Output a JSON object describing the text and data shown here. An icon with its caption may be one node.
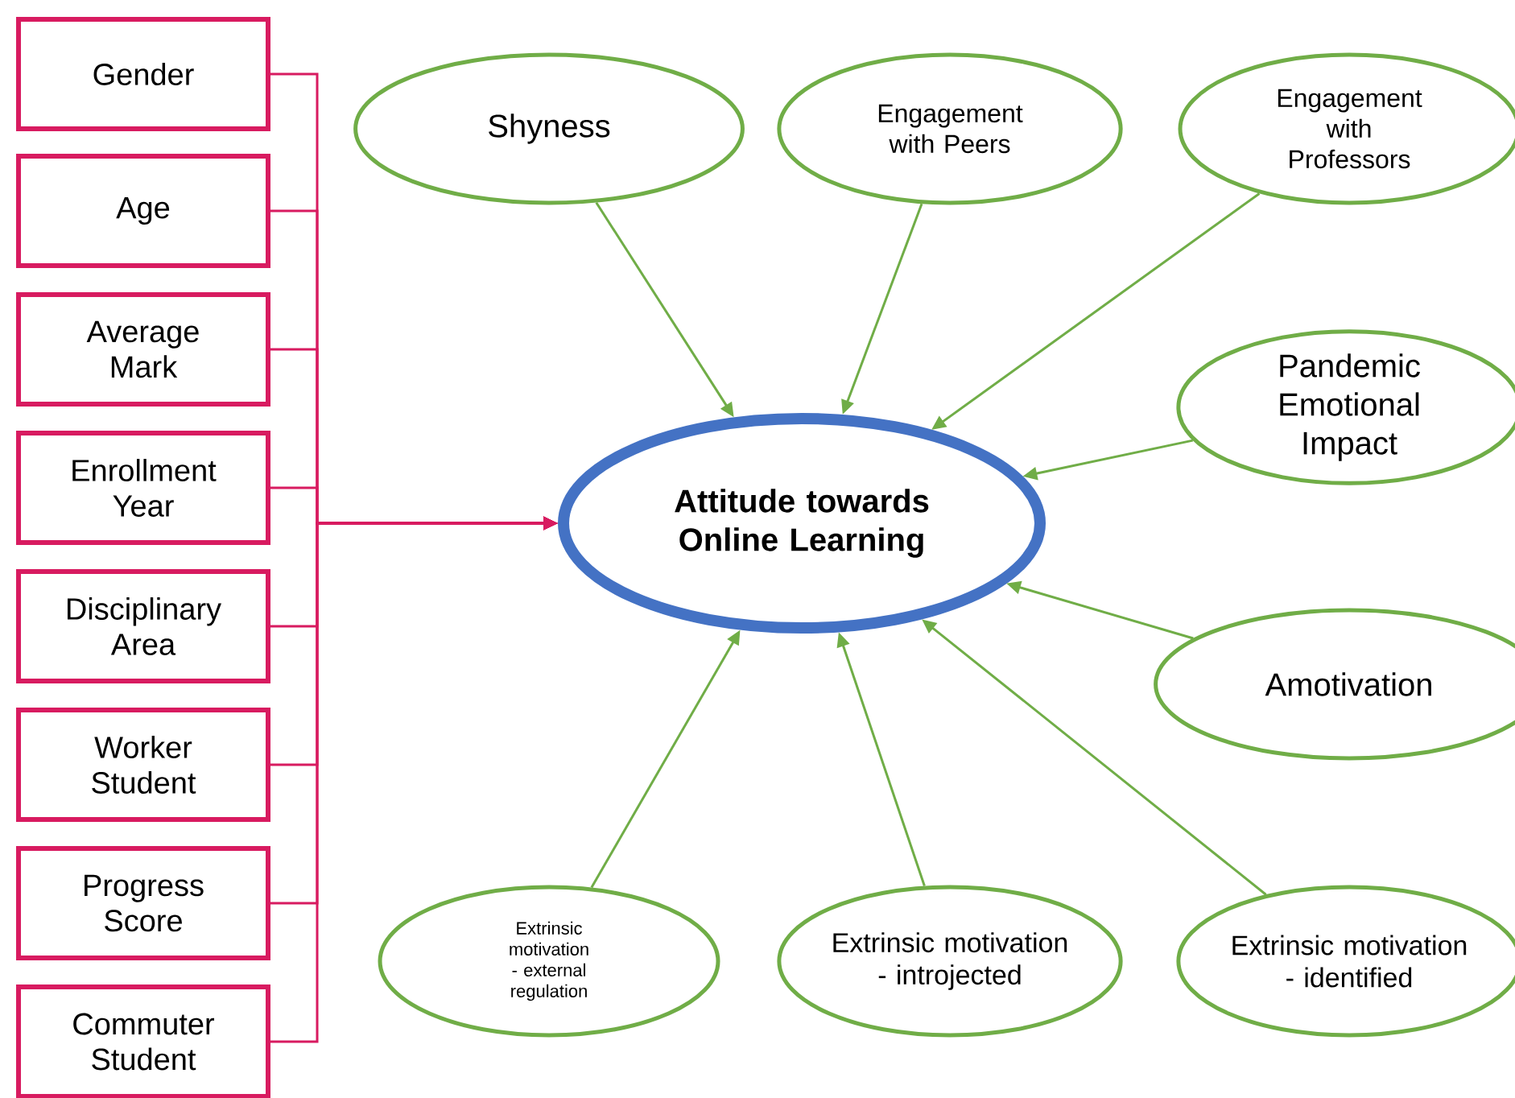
{
  "diagram": {
    "nodes": [
      {
        "text": [
          "Gender"
        ]
      },
      {
        "text": [
          "Age"
        ]
      },
      {
        "text": [
          "Average Mark"
        ]
      },
      {
        "text": [
          "Enrollment Year"
        ]
      },
      {
        "text": [
          "Disciplinary Area"
        ]
      },
      {
        "text": [
          "Worker Student"
        ]
      },
      {
        "text": [
          "Progress Score"
        ]
      },
      {
        "text": [
          "Commuter Student"
        ]
      },
      {
        "text": [
          "Attitude towards Online Learning"
        ]
      },
      {
        "text": [
          "Shyness"
        ]
      },
      {
        "text": [
          "Engagement with Peers"
        ]
      },
      {
        "text": [
          "Engagement with Professors"
        ]
      },
      {
        "text": [
          "Pandemic Emotional Impact"
        ]
      },
      {
        "text": [
          "Amotivation"
        ]
      },
      {
        "text": [
          "Extrinsic motivation - external regulation"
        ]
      },
      {
        "text": [
          "Extrinsic motivation - introjected"
        ]
      },
      {
        "text": [
          "Extrinsic motivation - identified"
        ]
      }
    ],
    "edges": [
      {
        "from": 0,
        "to": 8,
        "arrow": "to",
        "color": "#d81b60"
      },
      {
        "from": 1,
        "to": 8,
        "arrow": "to",
        "color": "#d81b60"
      },
      {
        "from": 2,
        "to": 8,
        "arrow": "to",
        "color": "#d81b60"
      },
      {
        "from": 3,
        "to": 8,
        "arrow": "to",
        "color": "#d81b60"
      },
      {
        "from": 4,
        "to": 8,
        "arrow": "to",
        "color": "#d81b60"
      },
      {
        "from": 5,
        "to": 8,
        "arrow": "to",
        "color": "#d81b60"
      },
      {
        "from": 6,
        "to": 8,
        "arrow": "to",
        "color": "#d81b60"
      },
      {
        "from": 7,
        "to": 8,
        "arrow": "to",
        "color": "#d81b60"
      },
      {
        "from": 9,
        "to": 8,
        "arrow": "to",
        "color": "#70ad47"
      },
      {
        "from": 10,
        "to": 8,
        "arrow": "to",
        "color": "#70ad47"
      },
      {
        "from": 11,
        "to": 8,
        "arrow": "to",
        "color": "#70ad47"
      },
      {
        "from": 12,
        "to": 8,
        "arrow": "to",
        "color": "#70ad47"
      },
      {
        "from": 13,
        "to": 8,
        "arrow": "to",
        "color": "#70ad47"
      },
      {
        "from": 14,
        "to": 8,
        "arrow": "to",
        "color": "#70ad47"
      },
      {
        "from": 15,
        "to": 8,
        "arrow": "to",
        "color": "#70ad47"
      },
      {
        "from": 16,
        "to": 8,
        "arrow": "to",
        "color": "#70ad47"
      }
    ]
  }
}
